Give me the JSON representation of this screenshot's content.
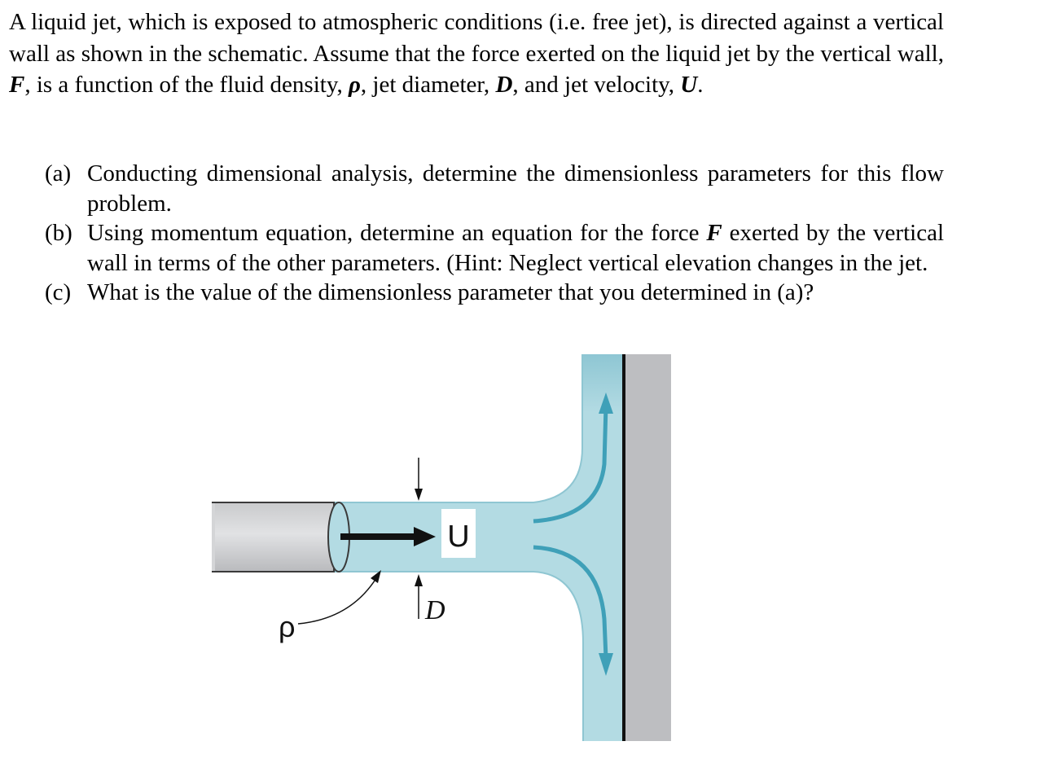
{
  "problem": {
    "intro": [
      {
        "text": "A liquid jet, which is exposed to atmospheric conditions (i.e. free jet), is directed against a vertical wall as shown in the schematic.  Assume that the force exerted on the liquid jet by the vertical wall, ",
        "style": "normal"
      },
      {
        "text": "F",
        "style": "bold-italic"
      },
      {
        "text": ", is a function of the fluid density, ",
        "style": "normal"
      },
      {
        "text": "ρ",
        "style": "bold-italic"
      },
      {
        "text": ", jet diameter, ",
        "style": "normal"
      },
      {
        "text": "D",
        "style": "bold-italic"
      },
      {
        "text": ", and jet velocity, ",
        "style": "normal"
      },
      {
        "text": "U",
        "style": "bold-italic"
      },
      {
        "text": ".",
        "style": "normal"
      }
    ],
    "parts": [
      {
        "marker": "(a)",
        "segments": [
          {
            "text": "Conducting dimensional analysis, determine the dimensionless parameters for this flow problem.",
            "style": "normal"
          }
        ]
      },
      {
        "marker": "(b)",
        "segments": [
          {
            "text": "Using momentum equation, determine an equation for the force ",
            "style": "normal"
          },
          {
            "text": "F",
            "style": "bold-italic"
          },
          {
            "text": " exerted by the vertical wall in terms of the other parameters. (Hint: Neglect vertical elevation changes in the jet.",
            "style": "normal"
          }
        ]
      },
      {
        "marker": "(c)",
        "segments": [
          {
            "text": "What is the value of the dimensionless parameter that you determined in (a)?",
            "style": "normal"
          }
        ]
      }
    ]
  },
  "schematic": {
    "labels": {
      "velocity": "U",
      "diameter": "D",
      "density": "ρ"
    },
    "colors": {
      "liquid": "#b3dbe3",
      "liquid_edge": "#8fc6d2",
      "flow_arrow": "#3fa0b8",
      "nozzle_body": "#d4d5d7",
      "nozzle_edge": "#3a3a3a",
      "wall": "#bdbec1",
      "wall_line": "#111111",
      "jet_arrow": "#111111"
    }
  }
}
